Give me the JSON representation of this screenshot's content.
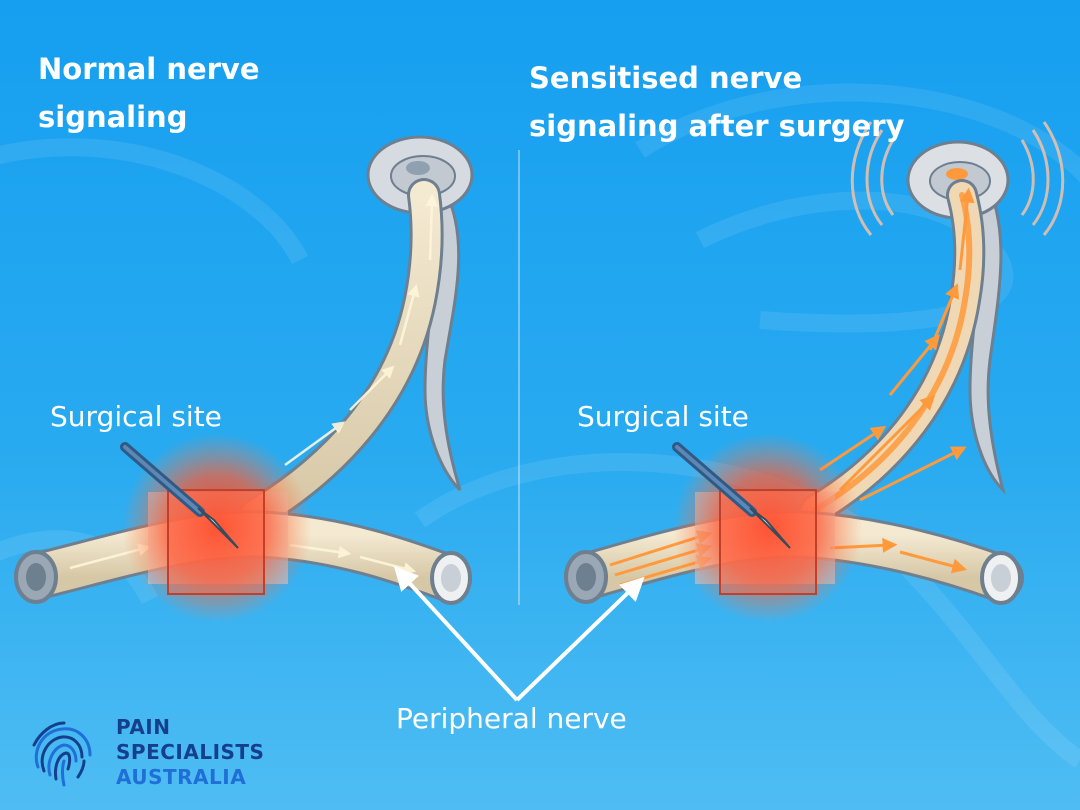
{
  "titles": {
    "left": "Normal nerve signaling",
    "right": "Sensitised nerve signaling after surgery"
  },
  "labels": {
    "surgical_site_left": "Surgical site",
    "surgical_site_right": "Surgical site",
    "peripheral_nerve": "Peripheral nerve"
  },
  "logo": {
    "line1": "PAIN",
    "line2": "SPECIALISTS",
    "line3": "AUSTRALIA"
  },
  "colors": {
    "background": "#1ea4f0",
    "nerve_fill": "#e8dcc0",
    "nerve_outline": "#6e7f90",
    "inflammation": "#ff4a2a",
    "sensitised_signal": "#ff9a3c",
    "normal_signal": "#fff6da",
    "logo_navy": "#153f8c",
    "logo_blue": "#1f6fd6"
  },
  "icons": [
    "scalpel-icon",
    "brain-icon",
    "fingerprint-icon"
  ]
}
